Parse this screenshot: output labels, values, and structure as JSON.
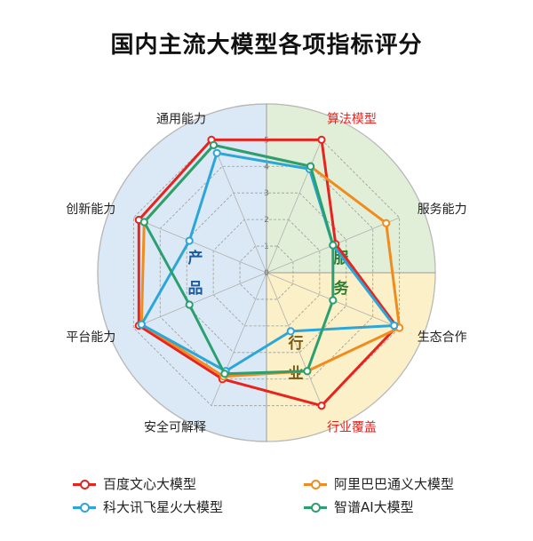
{
  "chart_data": {
    "type": "radar",
    "title": "国内主流大模型各项指标评分",
    "axes": [
      "算法模型",
      "服务能力",
      "生态合作",
      "行业覆盖",
      "安全可解释",
      "平台能力",
      "创新能力",
      "通用能力"
    ],
    "highlight_axes": [
      "算法模型",
      "行业覆盖"
    ],
    "range": [
      0,
      5
    ],
    "ticks": [
      "0",
      "1",
      "2",
      "3",
      "4",
      "5"
    ],
    "regions": [
      {
        "chars": [
          "产",
          "品"
        ],
        "color": "#1a5aa0",
        "fill": "#dbe9f6"
      },
      {
        "chars": [
          "服",
          "务"
        ],
        "color": "#2f7d32",
        "fill": "#e2efd8"
      },
      {
        "chars": [
          "行",
          "业"
        ],
        "color": "#7a5a10",
        "fill": "#fbf0c8"
      }
    ],
    "series": [
      {
        "name": "百度文心大模型",
        "color": "#e8231e",
        "values": [
          5.0,
          2.6,
          4.9,
          5.0,
          4.0,
          4.8,
          4.8,
          5.0
        ]
      },
      {
        "name": "阿里巴巴通义大模型",
        "color": "#f08c1e",
        "values": [
          4.0,
          4.5,
          5.0,
          3.7,
          3.9,
          4.7,
          4.6,
          4.8
        ]
      },
      {
        "name": "科大讯飞星火大模型",
        "color": "#2ca6d9",
        "values": [
          3.9,
          2.5,
          4.8,
          2.2,
          3.7,
          4.7,
          2.9,
          4.5
        ]
      },
      {
        "name": "智谱AI大模型",
        "color": "#2aa070",
        "values": [
          4.0,
          2.5,
          2.5,
          3.7,
          3.8,
          2.9,
          4.6,
          4.8
        ]
      }
    ]
  }
}
